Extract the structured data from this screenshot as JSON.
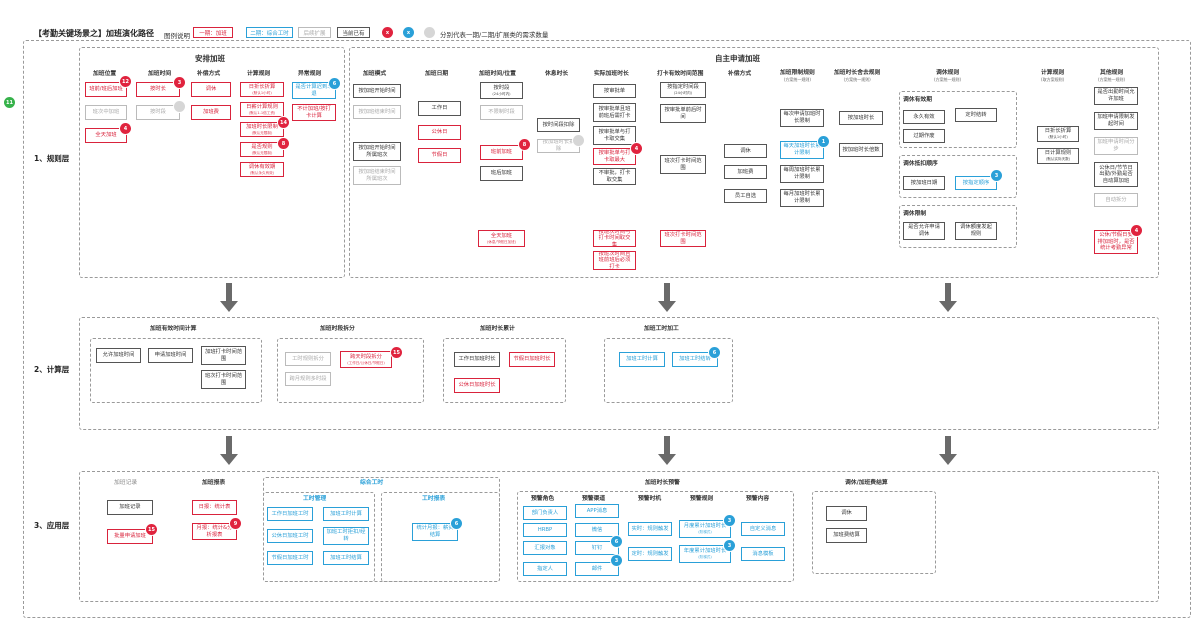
{
  "header": {
    "title": "【考勤关键场景之】加班演化路径",
    "legend_label": "图例说明",
    "legend_items": [
      "一期：加班",
      "二期：综合工时",
      "后续扩展",
      "当前已有"
    ],
    "legend_note": "分别代表一期/二期/扩展类的需求数量",
    "total_badge": "11"
  },
  "sections": {
    "rules": "1、规则层",
    "calc": "2、计算层",
    "app": "3、应用层"
  },
  "rules": {
    "arrange": {
      "title": "安排加班",
      "headers": [
        "加班位置",
        "加班时间",
        "补偿方式",
        "计算规则",
        "异常规则"
      ],
      "location": [
        "班前/班后加班",
        "班次中加班",
        "全天加班"
      ],
      "time": [
        "按时长",
        "按时段"
      ],
      "comp": [
        "调休",
        "加班费"
      ],
      "calc": [
        {
          "t": "日折长折算",
          "s": "(默认1小时)"
        },
        {
          "t": "日薪计算规则",
          "s": "(默认1-1倍工资)"
        },
        {
          "t": "加班时长限制",
          "s": "(默认无限制)"
        },
        {
          "t": "是否规则",
          "s": "(默认无限制)"
        },
        {
          "t": "调休有效期",
          "s": "(默认永久有效)"
        }
      ],
      "abn": [
        "是否计算迟到早退",
        "不计加班/按打卡计算"
      ],
      "badges": [
        "12",
        "3",
        "6",
        "14",
        "8",
        "4"
      ]
    },
    "self": {
      "title": "自主申请加班",
      "headers": [
        {
          "t": "加班模式"
        },
        {
          "t": "加班日期"
        },
        {
          "t": "加班时间/位置"
        },
        {
          "t": "休息时长"
        },
        {
          "t": "实际加班时长"
        },
        {
          "t": "打卡有效时间范围"
        },
        {
          "t": "补偿方式"
        },
        {
          "t": "加班限制规则",
          "s": "(方案统一规则)"
        },
        {
          "t": "加班时长舍去规则",
          "s": "(方案统一规则)"
        },
        {
          "t": "调休规则",
          "s": "(方案统一规则)"
        },
        {
          "t": "计算规则",
          "s": "(取方案规则)"
        },
        {
          "t": "其他规则",
          "s": "(方案统一规则)"
        }
      ],
      "mode": [
        "按加班开始时间",
        "按加班结束时间",
        "按加班开始时间所属班次",
        "按加班结束时间所属班次"
      ],
      "date": [
        "工作日",
        "公休日",
        "节假日"
      ],
      "timepos": [
        {
          "t": "按时段",
          "s": "(24小时内)"
        },
        {
          "t": "不限制时段"
        },
        {
          "t": "班前加班"
        },
        {
          "t": "班后加班"
        },
        {
          "t": "全天加班",
          "s": "(休息/节假日加班)"
        }
      ],
      "rest": [
        "按时间段扣除",
        "按加班时长扣除"
      ],
      "actual": [
        "按审批单",
        "按审批单且班前班后需打卡",
        "按审批单与打卡取交集",
        "按审批单与打卡取最大",
        "不审批，打卡取交集",
        "按班次时间与打卡时间取交集",
        "按班次时间且班前班后必须打卡"
      ],
      "punch": [
        {
          "t": "按指定时间段",
          "s": "(24小时内)"
        },
        {
          "t": "按审批单前后时间"
        },
        {
          "t": "班次打卡时间范围"
        },
        {
          "t": "班次打卡时间范围"
        }
      ],
      "comp": [
        "调休",
        "加班费",
        "员工自选"
      ],
      "limit": [
        "每次申请加班时长限制",
        "每天加班时长累计限制",
        "每周加班时长累计限制",
        "每月加班时长累计限制"
      ],
      "round": [
        "按加班时长",
        "按加班时长倍数"
      ],
      "lieu": {
        "valid_title": "调休有效期",
        "valid": [
          "永久有效",
          "定时结转",
          "过期作废"
        ],
        "deduct_title": "调休抵扣顺序",
        "deduct": [
          "按加班日期",
          "按指定顺序"
        ],
        "limit_title": "调休限制",
        "limit": [
          "是否允许申请调休",
          "调休额度发起规则"
        ]
      },
      "calcrule": [
        {
          "t": "日折长折算",
          "s": "(默认1小时)"
        },
        {
          "t": "日计算规则",
          "s": "(默认实际天数)"
        }
      ],
      "other": [
        "是否出勤时间允许加班",
        "加班申请限制发起时间",
        "加班申请时间分步",
        "公休日/节节日出勤/外勤是否自动算加班",
        "自动拆分",
        "公休/节假日安排加班时，是否统计考勤异常"
      ],
      "badges": [
        "8",
        "4",
        "1",
        "3",
        "4"
      ]
    }
  },
  "calc": {
    "panels": [
      {
        "title": "加班有效时间计算",
        "items": [
          "允许加班时间",
          "申请加班时间",
          "加班打卡时间范围",
          "班次打卡时间范围"
        ]
      },
      {
        "title": "加班时段拆分",
        "items": [
          "工时规则拆分",
          "跨月规则多时段",
          "跨天时段拆分"
        ],
        "sub": "(工作日/公休日/节假日)",
        "badge": "15"
      },
      {
        "title": "加班时长累计",
        "items": [
          "工作日加班时长",
          "节假日加班时长",
          "公休日加班时长"
        ]
      },
      {
        "title": "加班工时加工",
        "items": [
          "加班工时计算",
          "加班工时结转"
        ],
        "badge": "6"
      }
    ]
  },
  "app": {
    "record": {
      "title": "加班记录",
      "items": [
        "加班记录",
        "批量申请加班"
      ],
      "badge": "15"
    },
    "report": {
      "title": "加班报表",
      "items": [
        "日报：统计表",
        "月报：统计&分析报表"
      ],
      "badge": "9"
    },
    "worktime": {
      "title": "综合工时",
      "mgmt_title": "工时管理",
      "mgmt": [
        "工作日加班工时",
        "加班工时计算",
        "公休日加班工时",
        "加班工时拒扣/经转",
        "节假日加班工时",
        "加班工时结算"
      ],
      "rep_title": "工时报表",
      "rep": [
        "统计月报：薪资结算"
      ],
      "badge": "6"
    },
    "warn": {
      "title": "加班时长预警",
      "role_title": "预警角色",
      "roles": [
        "部门负责人",
        "HRBP",
        "汇报对象",
        "指定人"
      ],
      "chan_title": "预警渠道",
      "chans": [
        "APP消息",
        "微信",
        "钉钉",
        "邮件"
      ],
      "time_title": "预警时机",
      "times": [
        "实时：规则触发",
        "定时：规则触发"
      ],
      "rule_title": "预警规则",
      "rules": [
        {
          "t": "月度累计加班时长",
          "s": "(阶梯式)"
        },
        {
          "t": "年度累计加班时长",
          "s": "(阶梯式)"
        }
      ],
      "content_title": "预警内容",
      "contents": [
        "自定义消息",
        "消息模板"
      ],
      "badges": [
        "6",
        "3",
        "3",
        "3"
      ]
    },
    "settle": {
      "title": "调休/加班费结算",
      "items": [
        "调休",
        "加班费结算"
      ]
    }
  },
  "colors": {
    "phase1": "#d9233c",
    "phase2": "#2aa0d8",
    "future": "#bbbbbb",
    "existing": "#555555"
  }
}
